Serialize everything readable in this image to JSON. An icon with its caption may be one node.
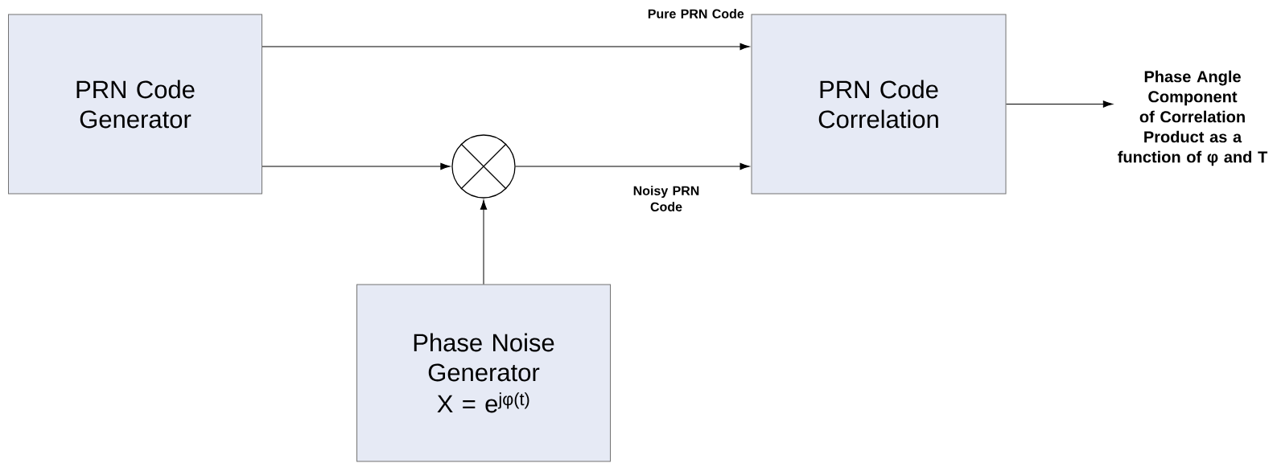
{
  "diagram": {
    "nodes": [
      {
        "text": [
          "PRN Code Generator"
        ]
      },
      {
        "text": [],
        "shape": "circle"
      },
      {
        "text": [
          "PRN Code Correlation"
        ]
      },
      {
        "text": [
          "Phase Noise Generator",
          "X = e$^{jφ(t)}$"
        ]
      },
      {
        "text": [
          "Phase Angle Component of Correlation Product as a function of φ and T"
        ]
      }
    ],
    "edges": [
      {
        "from": 0,
        "to": 2,
        "arrow": "to",
        "label": "Pure PRN Code"
      },
      {
        "from": 0,
        "to": 1,
        "arrow": "to"
      },
      {
        "from": 3,
        "to": 1,
        "arrow": "to"
      },
      {
        "from": 1,
        "to": 2,
        "arrow": "to",
        "label": "Noisy PRN Code"
      },
      {
        "from": 2,
        "to": 4,
        "arrow": "to"
      }
    ]
  }
}
